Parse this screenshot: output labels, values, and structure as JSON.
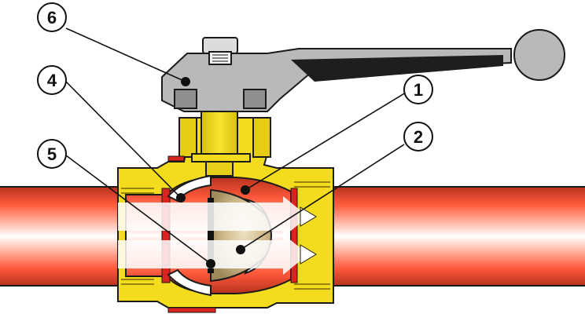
{
  "callouts": [
    {
      "id": "1",
      "label": "1"
    },
    {
      "id": "2",
      "label": "2"
    },
    {
      "id": "4",
      "label": "4"
    },
    {
      "id": "5",
      "label": "5"
    },
    {
      "id": "6",
      "label": "6"
    }
  ],
  "colors": {
    "pipe_core": "#ff5a3c",
    "pipe_edge": "#c9311d",
    "brass": "#f2dc1d",
    "brass_dark": "#c7a612",
    "handle_gray": "#b9b9b9",
    "handle_black": "#1e1e1e",
    "ball_tan": "#c7b080",
    "seal_red": "#d9231f",
    "outline": "#1a1a1a"
  },
  "icons": {
    "flow_arrow": "flow-arrow-icon"
  }
}
